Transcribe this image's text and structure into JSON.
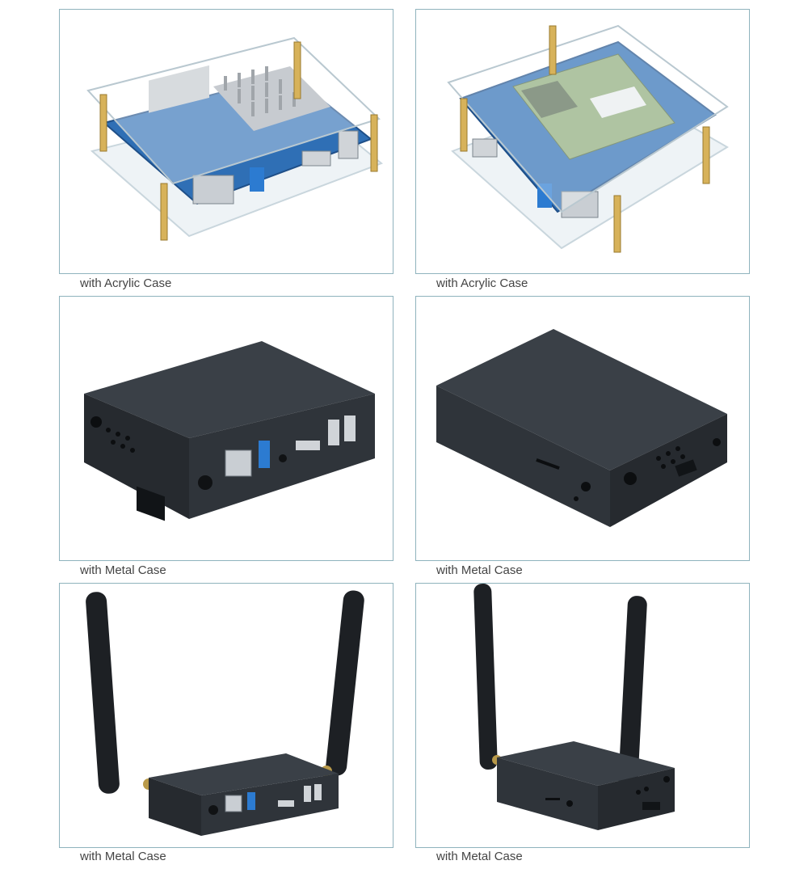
{
  "gallery": {
    "items": [
      {
        "caption": "with Acrylic Case",
        "image": "acrylic-case-board-photo"
      },
      {
        "caption": "with Acrylic Case",
        "image": "acrylic-case-board-underside-photo"
      },
      {
        "caption": "with Metal Case",
        "image": "metal-case-front-photo"
      },
      {
        "caption": "with Metal Case",
        "image": "metal-case-rear-photo"
      },
      {
        "caption": "with Metal Case",
        "image": "metal-case-antennas-front-photo"
      },
      {
        "caption": "with Metal Case",
        "image": "metal-case-antennas-rear-photo"
      }
    ]
  },
  "colors": {
    "frame_border": "#8fb3bd",
    "caption_text": "#444444",
    "case_metal": "#2f343a",
    "pcb_blue": "#2f6fb5"
  }
}
